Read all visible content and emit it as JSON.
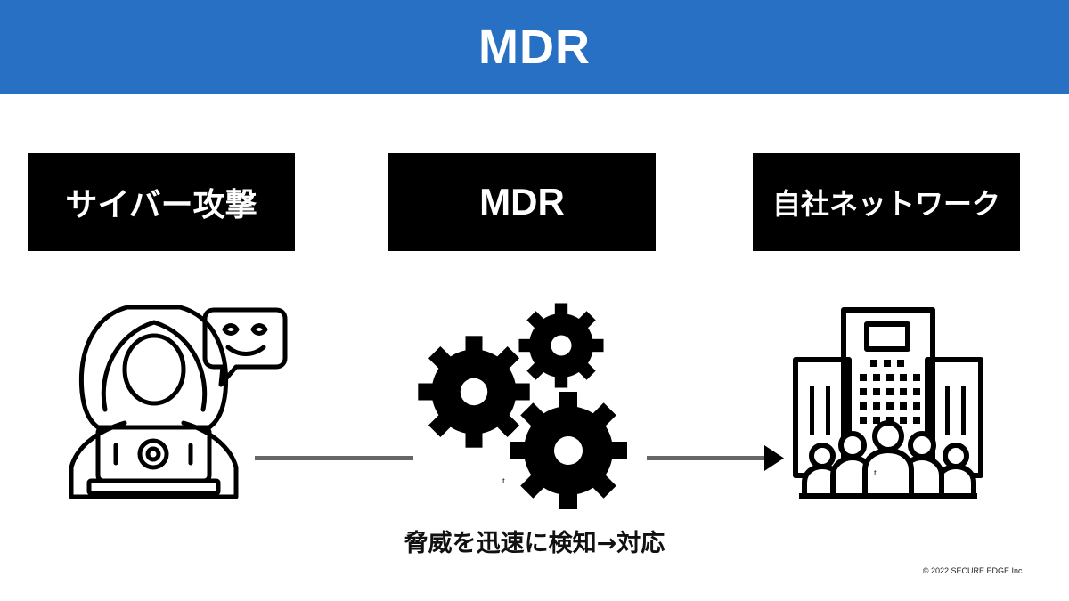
{
  "header": {
    "title": "MDR"
  },
  "boxes": {
    "attack": "サイバー攻撃",
    "mdr": "MDR",
    "network": "自社ネットワーク"
  },
  "caption": "脅威を迅速に検知→対応",
  "copyright": "©  2022 SECURE EDGE Inc.",
  "stray_marks": {
    "gear": "t",
    "building": "t"
  },
  "icons": {
    "attacker": "hooded-hacker-icon",
    "speech": "evil-face-speech-bubble-icon",
    "gears": "gears-icon",
    "building": "office-building-people-icon"
  },
  "colors": {
    "header_bg": "#2870c4",
    "box_bg": "#000000",
    "connector": "#666666",
    "arrow_head": "#000000"
  }
}
